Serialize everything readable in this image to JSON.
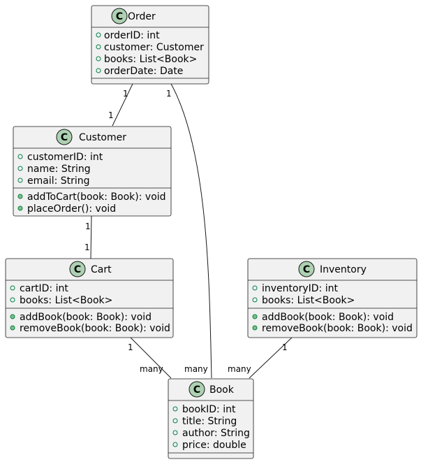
{
  "classes": {
    "order": {
      "name": "Order",
      "badge": "C",
      "fields": [
        "orderID: int",
        "customer: Customer",
        "books: List<Book>",
        "orderDate: Date"
      ],
      "methods": []
    },
    "customer": {
      "name": "Customer",
      "badge": "C",
      "fields": [
        "customerID: int",
        "name: String",
        "email: String"
      ],
      "methods": [
        "addToCart(book: Book): void",
        "placeOrder(): void"
      ]
    },
    "cart": {
      "name": "Cart",
      "badge": "C",
      "fields": [
        "cartID: int",
        "books: List<Book>"
      ],
      "methods": [
        "addBook(book: Book): void",
        "removeBook(book: Book): void"
      ]
    },
    "inventory": {
      "name": "Inventory",
      "badge": "C",
      "fields": [
        "inventoryID: int",
        "books: List<Book>"
      ],
      "methods": [
        "addBook(book: Book): void",
        "removeBook(book: Book): void"
      ]
    },
    "book": {
      "name": "Book",
      "badge": "C",
      "fields": [
        "bookID: int",
        "title: String",
        "author: String",
        "price: double"
      ],
      "methods": []
    }
  },
  "associations": [
    {
      "from": "Order",
      "to": "Customer",
      "from_mult": "1",
      "to_mult": "1"
    },
    {
      "from": "Order",
      "to": "Book",
      "from_mult": "1",
      "to_mult": "many"
    },
    {
      "from": "Customer",
      "to": "Cart",
      "from_mult": "1",
      "to_mult": "1"
    },
    {
      "from": "Cart",
      "to": "Book",
      "from_mult": "1",
      "to_mult": "many"
    },
    {
      "from": "Inventory",
      "to": "Book",
      "from_mult": "1",
      "to_mult": "many"
    }
  ],
  "colors": {
    "class_fill": "#f1f1f1",
    "border": "#181818",
    "badge": "#add1b2",
    "visibility_public": "#038048"
  }
}
